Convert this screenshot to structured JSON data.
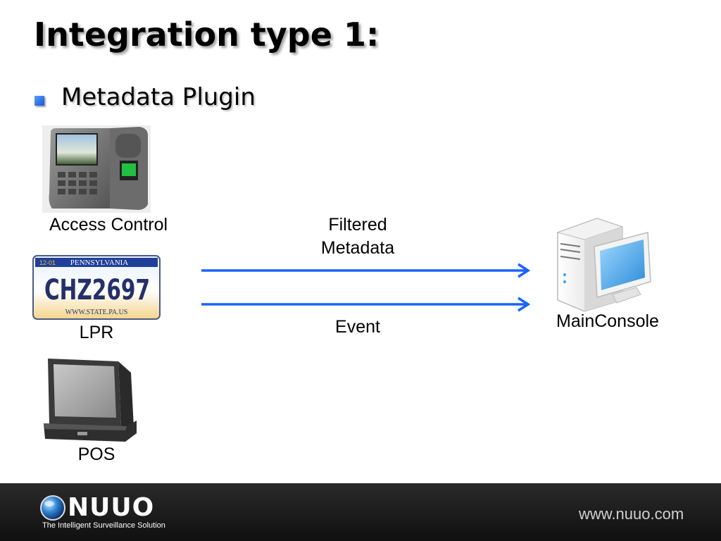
{
  "slide": {
    "title": "Integration type 1:",
    "bullet": "Metadata Plugin"
  },
  "devices": {
    "access_control": "Access Control",
    "lpr": "LPR",
    "pos": "POS",
    "plate_text": "CHZ2697",
    "plate_state": "PENNSYLVANIA",
    "plate_tag": "12-01",
    "plate_url": "WWW.STATE.PA.US"
  },
  "flows": {
    "filtered_line1": "Filtered",
    "filtered_line2": "Metadata",
    "event": "Event",
    "arrow_color": "#1a63ff"
  },
  "target": {
    "label": "MainConsole"
  },
  "footer": {
    "logo": "NUUO",
    "tagline": "The Intelligent Surveillance Solution",
    "website": "www.nuuo.com"
  }
}
